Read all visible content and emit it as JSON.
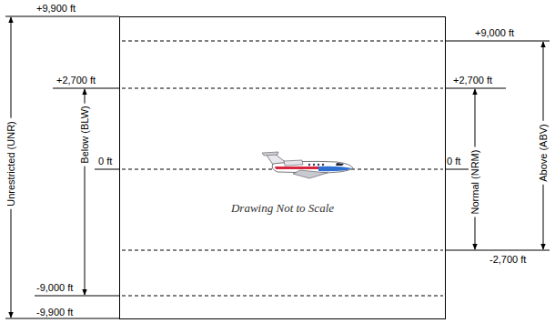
{
  "diagram": {
    "nodes": [
      {
        "text": [
          "Drawing Not to Scale"
        ]
      }
    ],
    "labels": [
      "+9,900 ft",
      "Unrestricted (UNR)",
      "+2,700 ft",
      "Below (BLW)",
      "0 ft",
      "-9,000 ft",
      "-9,900 ft",
      "+9,000 ft",
      "+2,700 ft",
      "0 ft",
      "Normal (NRM)",
      "Above (ABV)",
      "-2,700 ft"
    ]
  }
}
